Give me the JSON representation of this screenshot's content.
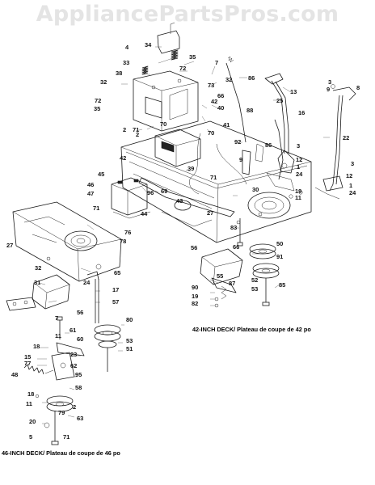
{
  "watermark": "AppliancePartsPros.com",
  "captions": {
    "deck42": "42-INCH DECK/ Plateau de coupe de 42 po",
    "deck46": "46-INCH DECK/ Plateau de coupe de 46 po"
  },
  "callouts": [
    {
      "id": "34",
      "label": "34"
    },
    {
      "id": "4",
      "label": "4"
    },
    {
      "id": "33",
      "label": "33"
    },
    {
      "id": "38",
      "label": "38"
    },
    {
      "id": "35a",
      "label": "35"
    },
    {
      "id": "72a",
      "label": "72"
    },
    {
      "id": "32a",
      "label": "32"
    },
    {
      "id": "7a",
      "label": "7"
    },
    {
      "id": "86a",
      "label": "86"
    },
    {
      "id": "32b",
      "label": "32"
    },
    {
      "id": "73",
      "label": "73"
    },
    {
      "id": "66a",
      "label": "66"
    },
    {
      "id": "88",
      "label": "88"
    },
    {
      "id": "13",
      "label": "13"
    },
    {
      "id": "25",
      "label": "25"
    },
    {
      "id": "3a",
      "label": "3"
    },
    {
      "id": "9a",
      "label": "9"
    },
    {
      "id": "8",
      "label": "8"
    },
    {
      "id": "72b",
      "label": "72"
    },
    {
      "id": "35b",
      "label": "35"
    },
    {
      "id": "42a",
      "label": "42"
    },
    {
      "id": "40",
      "label": "40"
    },
    {
      "id": "16",
      "label": "16"
    },
    {
      "id": "41",
      "label": "41"
    },
    {
      "id": "70a",
      "label": "70"
    },
    {
      "id": "70b",
      "label": "70"
    },
    {
      "id": "2a",
      "label": "2"
    },
    {
      "id": "71a",
      "label": "71"
    },
    {
      "id": "2b",
      "label": "2"
    },
    {
      "id": "92",
      "label": "92"
    },
    {
      "id": "86b",
      "label": "86"
    },
    {
      "id": "22",
      "label": "22"
    },
    {
      "id": "42b",
      "label": "42"
    },
    {
      "id": "3b",
      "label": "3"
    },
    {
      "id": "12a",
      "label": "12"
    },
    {
      "id": "1a",
      "label": "1"
    },
    {
      "id": "24a",
      "label": "24"
    },
    {
      "id": "39",
      "label": "39"
    },
    {
      "id": "9b",
      "label": "9"
    },
    {
      "id": "3c",
      "label": "3"
    },
    {
      "id": "12b",
      "label": "12"
    },
    {
      "id": "71b",
      "label": "71"
    },
    {
      "id": "45",
      "label": "45"
    },
    {
      "id": "46",
      "label": "46"
    },
    {
      "id": "47",
      "label": "47"
    },
    {
      "id": "96",
      "label": "96"
    },
    {
      "id": "69",
      "label": "69"
    },
    {
      "id": "30",
      "label": "30"
    },
    {
      "id": "19a",
      "label": "19"
    },
    {
      "id": "11a",
      "label": "11"
    },
    {
      "id": "1b",
      "label": "1"
    },
    {
      "id": "24b",
      "label": "24"
    },
    {
      "id": "43",
      "label": "43"
    },
    {
      "id": "44",
      "label": "44"
    },
    {
      "id": "27a",
      "label": "27"
    },
    {
      "id": "71c",
      "label": "71"
    },
    {
      "id": "83",
      "label": "83"
    },
    {
      "id": "76",
      "label": "76"
    },
    {
      "id": "78",
      "label": "78"
    },
    {
      "id": "27b",
      "label": "27"
    },
    {
      "id": "66b",
      "label": "66"
    },
    {
      "id": "50",
      "label": "50"
    },
    {
      "id": "56a",
      "label": "56"
    },
    {
      "id": "91",
      "label": "91"
    },
    {
      "id": "32c",
      "label": "32"
    },
    {
      "id": "65",
      "label": "65"
    },
    {
      "id": "31",
      "label": "31"
    },
    {
      "id": "24c",
      "label": "24"
    },
    {
      "id": "55",
      "label": "55"
    },
    {
      "id": "52",
      "label": "52"
    },
    {
      "id": "87",
      "label": "87"
    },
    {
      "id": "53a",
      "label": "53"
    },
    {
      "id": "85",
      "label": "85"
    },
    {
      "id": "90",
      "label": "90"
    },
    {
      "id": "19b",
      "label": "19"
    },
    {
      "id": "82",
      "label": "82"
    },
    {
      "id": "17",
      "label": "17"
    },
    {
      "id": "57",
      "label": "57"
    },
    {
      "id": "56b",
      "label": "56"
    },
    {
      "id": "7b",
      "label": "7"
    },
    {
      "id": "80",
      "label": "80"
    },
    {
      "id": "11b",
      "label": "11"
    },
    {
      "id": "61",
      "label": "61"
    },
    {
      "id": "60",
      "label": "60"
    },
    {
      "id": "18a",
      "label": "18"
    },
    {
      "id": "15",
      "label": "15"
    },
    {
      "id": "23",
      "label": "23"
    },
    {
      "id": "77",
      "label": "77"
    },
    {
      "id": "62",
      "label": "62"
    },
    {
      "id": "53b",
      "label": "53"
    },
    {
      "id": "51",
      "label": "51"
    },
    {
      "id": "48",
      "label": "48"
    },
    {
      "id": "95",
      "label": "95"
    },
    {
      "id": "58",
      "label": "58"
    },
    {
      "id": "18b",
      "label": "18"
    },
    {
      "id": "11c",
      "label": "11"
    },
    {
      "id": "2c",
      "label": "2"
    },
    {
      "id": "79",
      "label": "79"
    },
    {
      "id": "63",
      "label": "63"
    },
    {
      "id": "20",
      "label": "20"
    },
    {
      "id": "5",
      "label": "5"
    },
    {
      "id": "71d",
      "label": "71"
    }
  ]
}
